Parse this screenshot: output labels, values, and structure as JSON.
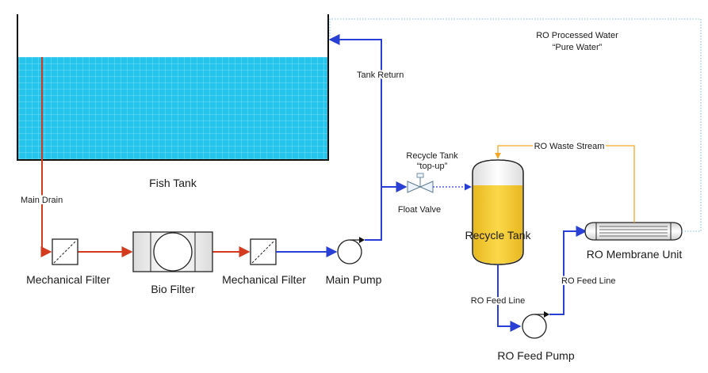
{
  "labels": {
    "fish_tank": "Fish Tank",
    "main_drain": "Main Drain",
    "mech_filter_1": "Mechanical Filter",
    "bio_filter": "Bio Filter",
    "mech_filter_2": "Mechanical Filter",
    "main_pump": "Main Pump",
    "tank_return": "Tank Return",
    "recycle_topup_1": "Recycle Tank",
    "recycle_topup_2": "“top-up”",
    "float_valve": "Float Valve",
    "recycle_tank": "Recycle Tank",
    "ro_feed_line_1": "RO Feed Line",
    "ro_feed_line_2": "RO Feed Line",
    "ro_feed_pump": "RO Feed Pump",
    "ro_membrane": "RO Membrane Unit",
    "ro_waste": "RO Waste Stream",
    "ro_processed_1": "RO Processed Water",
    "ro_processed_2": "“Pure Water”"
  },
  "colors": {
    "water": "#24c4ec",
    "grid": "#8fe1f5",
    "drain_line": "#d43a1e",
    "return_line": "#2a3fd6",
    "waste_line": "#f5a623",
    "processed_line": "#7fc6d9",
    "recycle_fill": "#f6cd2e"
  }
}
